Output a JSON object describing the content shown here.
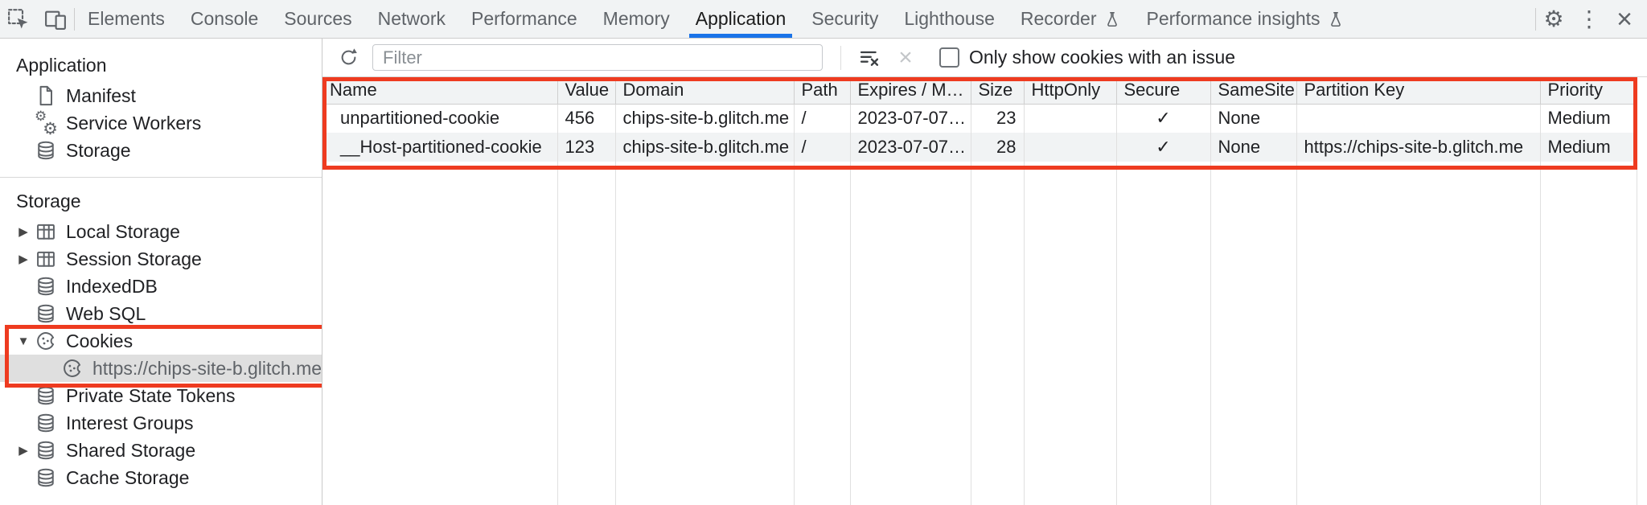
{
  "tabbar": {
    "tabs": [
      {
        "label": "Elements"
      },
      {
        "label": "Console"
      },
      {
        "label": "Sources"
      },
      {
        "label": "Network"
      },
      {
        "label": "Performance"
      },
      {
        "label": "Memory"
      },
      {
        "label": "Application",
        "active": true
      },
      {
        "label": "Security"
      },
      {
        "label": "Lighthouse"
      },
      {
        "label": "Recorder",
        "flask": true
      },
      {
        "label": "Performance insights",
        "flask": true
      }
    ]
  },
  "glyphs": {
    "gear": "⚙",
    "kebab": "⋮",
    "close": "×",
    "expand_collapsed": "▶",
    "expand_expanded": "▼"
  },
  "sidebar": {
    "sections": [
      {
        "title": "Application",
        "items": [
          {
            "label": "Manifest",
            "icon": "document-icon"
          },
          {
            "label": "Service Workers",
            "icon": "service-worker-gears-icon"
          },
          {
            "label": "Storage",
            "icon": "database-icon"
          }
        ]
      },
      {
        "title": "Storage",
        "items": [
          {
            "label": "Local Storage",
            "icon": "table-icon",
            "expand": "collapsed"
          },
          {
            "label": "Session Storage",
            "icon": "table-icon",
            "expand": "collapsed"
          },
          {
            "label": "IndexedDB",
            "icon": "database-icon"
          },
          {
            "label": "Web SQL",
            "icon": "database-icon"
          },
          {
            "label": "Cookies",
            "icon": "cookie-icon",
            "expand": "expanded",
            "highlighted": true
          },
          {
            "label": "https://chips-site-b.glitch.me",
            "icon": "cookie-icon",
            "selected": true,
            "child": true,
            "highlighted": true
          },
          {
            "label": "Private State Tokens",
            "icon": "database-icon"
          },
          {
            "label": "Interest Groups",
            "icon": "database-icon"
          },
          {
            "label": "Shared Storage",
            "icon": "database-icon",
            "expand": "collapsed"
          },
          {
            "label": "Cache Storage",
            "icon": "database-icon"
          }
        ]
      }
    ]
  },
  "cookies_panel": {
    "filter": {
      "placeholder": "Filter",
      "value": ""
    },
    "only_show_label": "Only show cookies with an issue",
    "checkbox_checked": false,
    "table": {
      "columns": [
        "Name",
        "Value",
        "Domain",
        "Path",
        "Expires / M…",
        "Size",
        "HttpOnly",
        "Secure",
        "SameSite",
        "Partition Key",
        "Priority"
      ],
      "rows": [
        [
          "unpartitioned-cookie",
          "456",
          "chips-site-b.glitch.me",
          "/",
          "2023-07-07…",
          "23",
          "",
          "✓",
          "None",
          "",
          "Medium"
        ],
        [
          "__Host-partitioned-cookie",
          "123",
          "chips-site-b.glitch.me",
          "/",
          "2023-07-07…",
          "28",
          "",
          "✓",
          "None",
          "https://chips-site-b.glitch.me",
          "Medium"
        ]
      ]
    }
  },
  "colors": {
    "accent_blue": "#1a73e8",
    "highlight_red": "#ee3b20",
    "selected_item_bg": "#dfdfdf",
    "row_stripe": "#f1f3f4"
  }
}
